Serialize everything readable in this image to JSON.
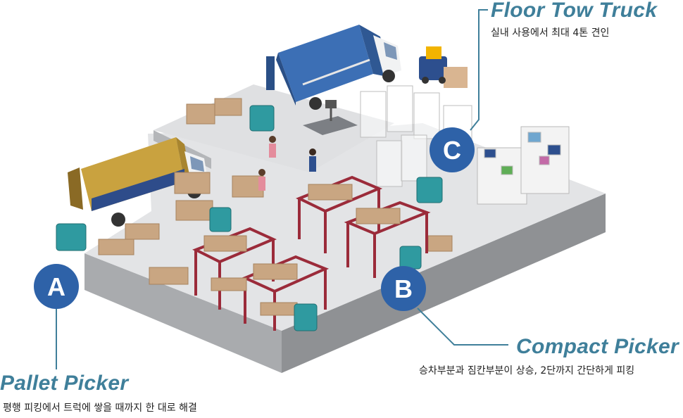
{
  "callouts": [
    {
      "badge": "A",
      "title": "Pallet Picker",
      "description": "평행 피킹에서 트럭에 쌓을 때까지 한 대로 해결"
    },
    {
      "badge": "B",
      "title": "Compact Picker",
      "description": "승차부분과 짐칸부분이 상승, 2단까지 간단하게 피킹"
    },
    {
      "badge": "C",
      "title": "Floor Tow Truck",
      "description": "실내 사용에서 최대 4톤 견인"
    }
  ],
  "colors": {
    "accent": "#3f7f9a",
    "badge": "#2e62a8",
    "floor_top": "#e3e4e6",
    "floor_side": "#a9abae",
    "rack": "#9b2b3a",
    "truck_yellow": "#c9a23f",
    "truck_blue": "#3c6fb5",
    "vehicle_teal": "#2f9aa0"
  }
}
